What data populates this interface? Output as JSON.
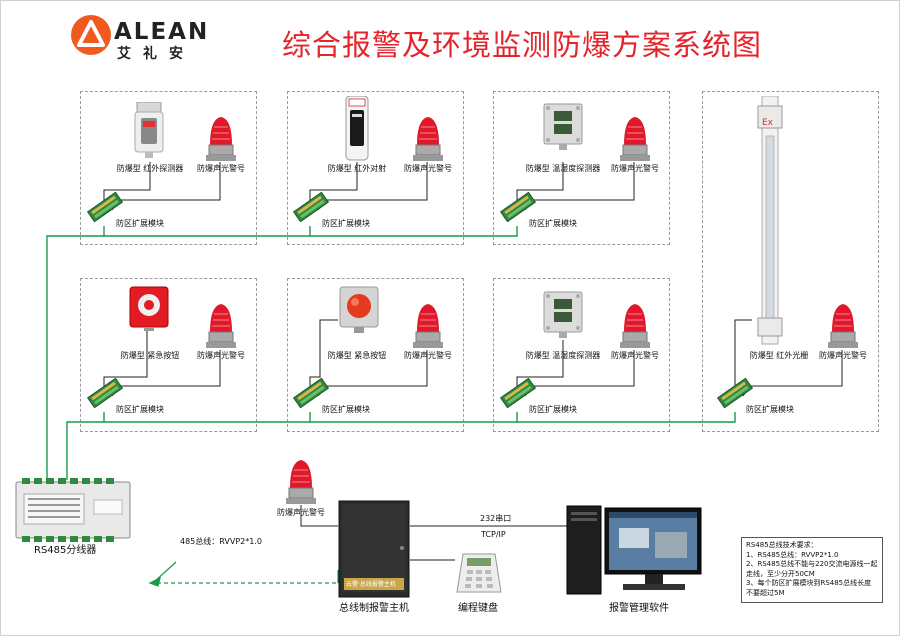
{
  "header": {
    "logo_word": "ALEAN",
    "logo_cn": "艾礼安",
    "title": "综合报警及环境监测防爆方案系统图"
  },
  "zones": [
    {
      "device_label": "防爆型 红外探测器",
      "siren_label": "防爆声光警号",
      "module_label": "防区扩展模块"
    },
    {
      "device_label": "防爆型 红外对射",
      "siren_label": "防爆声光警号",
      "module_label": "防区扩展模块"
    },
    {
      "device_label": "防爆型 温湿度探测器",
      "siren_label": "防爆声光警号",
      "module_label": "防区扩展模块"
    },
    {
      "device_label": "防爆型 紧急按钮",
      "siren_label": "防爆声光警号",
      "module_label": "防区扩展模块"
    },
    {
      "device_label": "防爆型 紧急按钮",
      "siren_label": "防爆声光警号",
      "module_label": "防区扩展模块"
    },
    {
      "device_label": "防爆型 温湿度探测器",
      "siren_label": "防爆声光警号",
      "module_label": "防区扩展模块"
    },
    {
      "device_label": "防爆型 红外光栅",
      "siren_label": "防爆声光警号",
      "module_label": "防区扩展模块"
    }
  ],
  "device_badges": {
    "ex": "Ex"
  },
  "bottom": {
    "splitter_label": "RS485分线器",
    "bus_label": "485总线：RVVP2*1.0",
    "host_siren_label": "防爆声光警号",
    "host_label": "总线制报警主机",
    "host_brand": "云警·总线报警主机",
    "keypad_label": "编程键盘",
    "serial_label": "232串口",
    "tcp_label": "TCP/IP",
    "software_label": "报警管理软件"
  },
  "notes": {
    "title": "RS485总线技术要求：",
    "lines": [
      "1、RS485总线：RVVP2*1.0",
      "2、RS485总线不能与220交流电源线一起走线，至少分开50CM",
      "3、每个防区扩展模块到RS485总线长度不要超过5M"
    ]
  },
  "colors": {
    "title": "#e4242b",
    "logo_orange": "#f05a1e",
    "wire_green": "#1a9a4a",
    "wire_dark": "#222222",
    "siren_red": "#e0182a"
  }
}
